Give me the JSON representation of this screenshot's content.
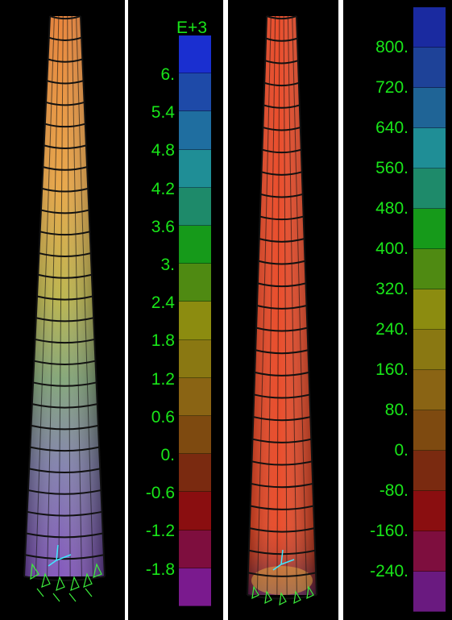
{
  "panels": [
    {
      "id": "stress-model-1",
      "description_icon": "tapered-tower-mesh",
      "legend": {
        "exponent": "E+3",
        "labels": [
          "6.",
          "5.4",
          "4.8",
          "4.2",
          "3.6",
          "3.",
          "2.4",
          "1.8",
          "1.2",
          "0.6",
          "0.",
          "-0.6",
          "-1.2",
          "-1.8"
        ],
        "colors": [
          "#1a2fd0",
          "#1e4aa8",
          "#1f6ea0",
          "#1f8e96",
          "#1e8a6a",
          "#169a1a",
          "#4f8a12",
          "#8c8c10",
          "#8a7812",
          "#8a6414",
          "#7e4a10",
          "#7a2a10",
          "#8a0e10",
          "#7e0e3e",
          "#7a1a8e"
        ]
      }
    },
    {
      "id": "stress-model-2",
      "description_icon": "tapered-tower-mesh",
      "legend": {
        "exponent": "",
        "labels": [
          "800.",
          "720.",
          "640.",
          "560.",
          "480.",
          "400.",
          "320.",
          "240.",
          "160.",
          "80.",
          "0.",
          "-80.",
          "-160.",
          "-240."
        ],
        "colors": [
          "#1a2aa0",
          "#1e4298",
          "#1f6496",
          "#1f8e96",
          "#1e8a6a",
          "#169a1a",
          "#4f8a12",
          "#8c8c10",
          "#8a7812",
          "#8a6414",
          "#7e4a10",
          "#7a2a10",
          "#8a0e10",
          "#7e0e3e",
          "#6a1a80"
        ]
      }
    }
  ],
  "accent": "#19e619"
}
